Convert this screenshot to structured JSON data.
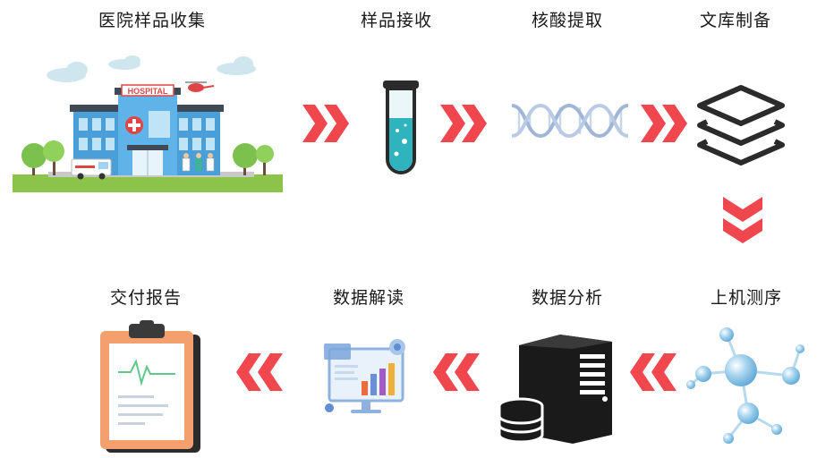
{
  "steps": [
    {
      "label": "医院样品收集",
      "icon": "hospital-icon"
    },
    {
      "label": "样品接收",
      "icon": "test-tube-icon"
    },
    {
      "label": "核酸提取",
      "icon": "dna-icon"
    },
    {
      "label": "文库制备",
      "icon": "layers-icon"
    },
    {
      "label": "上机测序",
      "icon": "molecule-icon"
    },
    {
      "label": "数据分析",
      "icon": "server-database-icon"
    },
    {
      "label": "数据解读",
      "icon": "analytics-screen-icon"
    },
    {
      "label": "交付报告",
      "icon": "clipboard-report-icon"
    }
  ],
  "hospital_sign": "HOSPITAL",
  "colors": {
    "arrow": "#f0474f",
    "text": "#1a1a1a",
    "tube_liquid": "#2fb4bf",
    "dark": "#2b2b2b"
  }
}
